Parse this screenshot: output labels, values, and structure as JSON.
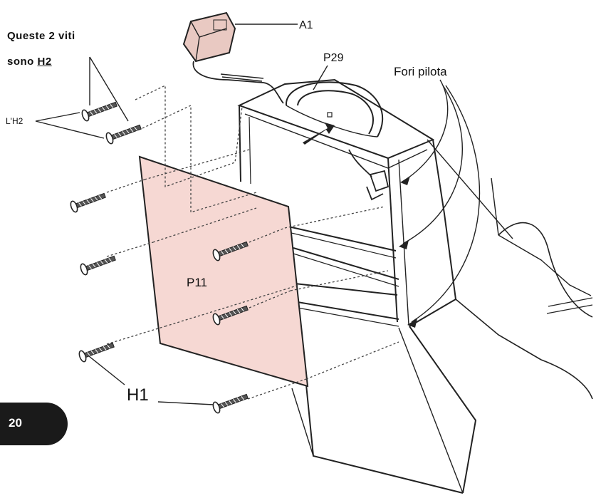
{
  "labels": {
    "a1": "A1",
    "p29": "P29",
    "fori_pilota": "Fori pilota",
    "p11": "P11",
    "h1": "H1",
    "lh2": "L'H2"
  },
  "note": {
    "line1": "Queste 2 viti",
    "line2_prefix": "sono ",
    "line2_code": "H2"
  },
  "page_number": "20",
  "colors": {
    "panel_fill": "#f6d8d3",
    "line": "#222222",
    "page_tab": "#1a1a1a",
    "adapter": "#e9c9c2"
  }
}
